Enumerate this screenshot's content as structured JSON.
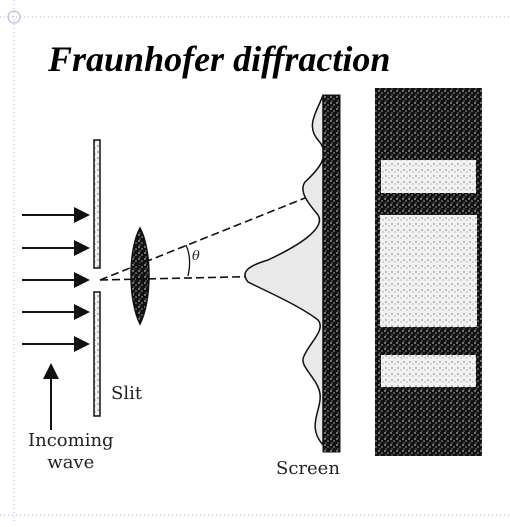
{
  "title": "Fraunhofer diffraction",
  "labels": {
    "slit": "Slit",
    "incoming_line1": "Incoming",
    "incoming_line2": "wave",
    "screen": "Screen",
    "theta": "θ"
  },
  "colors": {
    "ink": "#111111",
    "grid_dot": "#9aa4c8",
    "pattern_light": "#e8e8e8",
    "pattern_dark": "#1a1a1a"
  }
}
